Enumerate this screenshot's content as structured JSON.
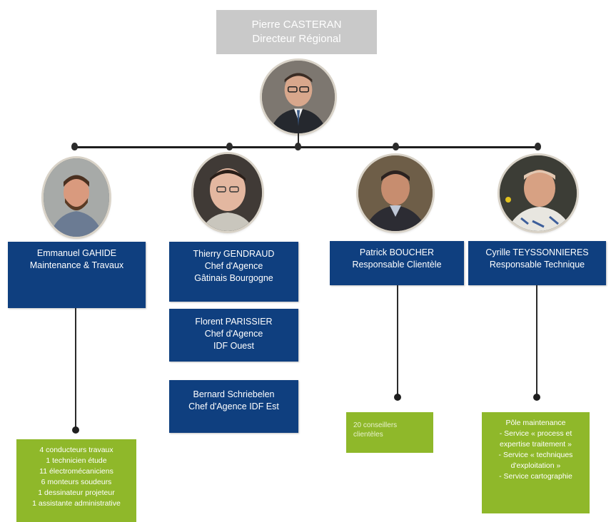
{
  "director": {
    "name": "Pierre CASTERAN",
    "title": "Directeur Régional",
    "photo_icon": "person-photo"
  },
  "branches": [
    {
      "name": "Emmanuel GAHIDE",
      "role_lines": [
        "Maintenance & Travaux"
      ],
      "team_lines": [
        "4 conducteurs travaux",
        "1 technicien étude",
        "11 électromécaniciens",
        "6 monteurs soudeurs",
        "1 dessinateur projeteur",
        "1 assistante administrative"
      ]
    },
    {
      "name": "Thierry GENDRAUD",
      "role_lines": [
        "Chef d'Agence",
        "Gâtinais Bourgogne"
      ],
      "extra_boxes": [
        [
          "Florent PARISSIER",
          "Chef d'Agence",
          "IDF Ouest"
        ],
        [
          "Bernard Schriebelen",
          "Chef d'Agence IDF Est"
        ]
      ]
    },
    {
      "name": "Patrick BOUCHER",
      "role_lines": [
        "Responsable Clientèle"
      ],
      "team_lines": [
        "20 conseillers",
        "clientèles"
      ]
    },
    {
      "name": "Cyrille TEYSSONNIERES",
      "role_lines": [
        "Responsable Technique"
      ],
      "team_lines": [
        "Pôle maintenance",
        "- Service « process et",
        "expertise traitement »",
        "- Service « techniques",
        "d'exploitation »",
        "- Service cartographie"
      ]
    }
  ],
  "colors": {
    "header_gray": "#c9c9c9",
    "navy": "#0f3f7f",
    "green": "#8fb82a",
    "line": "#1e1e1e"
  }
}
